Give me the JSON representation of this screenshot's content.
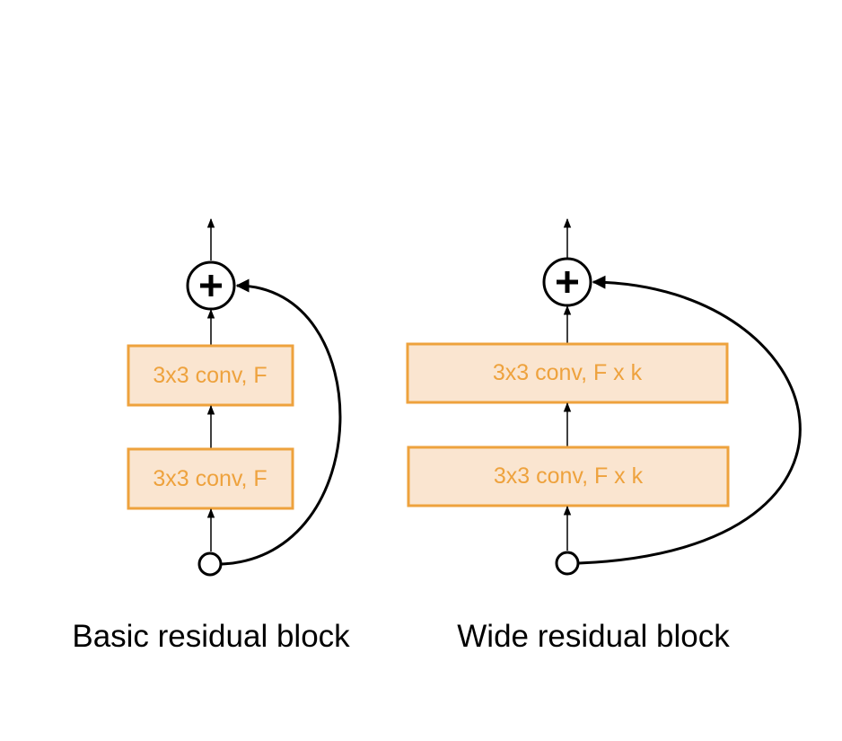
{
  "diagram": {
    "basic": {
      "caption": "Basic residual block",
      "layers": [
        "3x3 conv, F",
        "3x3 conv, F"
      ]
    },
    "wide": {
      "caption": "Wide residual block",
      "layers": [
        "3x3 conv, F x k",
        "3x3 conv, F x k"
      ]
    },
    "colors": {
      "layer_fill": "#fae5d0",
      "layer_border": "#eea23d",
      "layer_text": "#eea23d",
      "lines": "#000000"
    },
    "icons": {
      "sum_node": "plus-circle-icon",
      "input_node": "circle-node-icon"
    }
  }
}
